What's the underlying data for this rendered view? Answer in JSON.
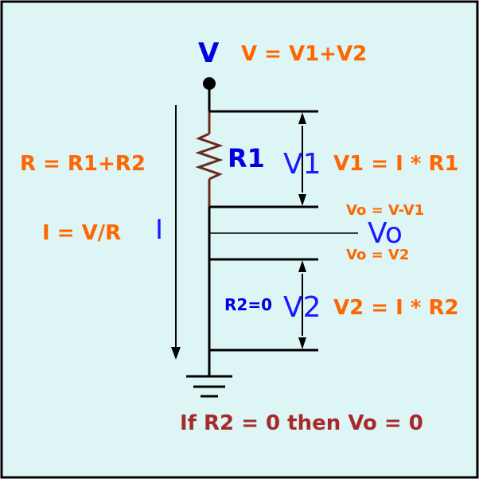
{
  "colors": {
    "background": "#ddf5f5",
    "border": "#000000",
    "wire": "#000000",
    "resistor_lead": "#6b2a1a",
    "orange_text": "#ff6600",
    "blue_text": "#0000e0",
    "dark_red_text": "#a52a2a"
  },
  "labels": {
    "node_v": "V",
    "v_sum": "V = V1+V2",
    "r_sum": "R = R1+R2",
    "current_formula": "I = V/R",
    "current_symbol": "I",
    "r1": "R1",
    "v1": "V1",
    "v1_formula": "V1 = I * R1",
    "vo_formula1": "Vo = V-V1",
    "vo": "Vo",
    "vo_formula2": "Vo = V2",
    "r2_zero": "R2=0",
    "v2": "V2",
    "v2_formula": "V2 = I * R2",
    "conclusion": "If R2 = 0 then Vo = 0"
  }
}
